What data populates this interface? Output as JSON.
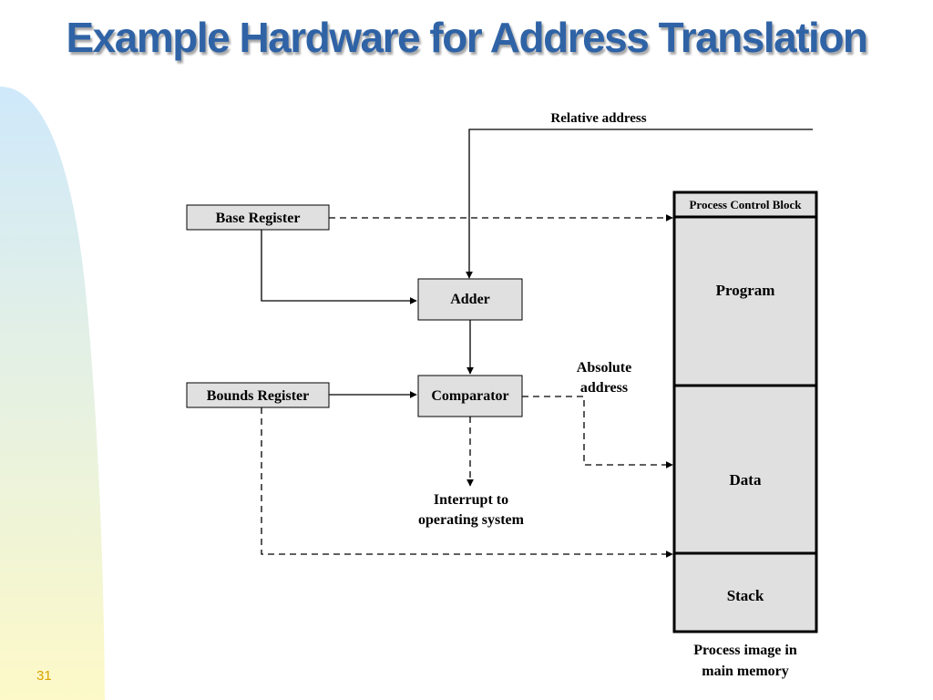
{
  "slide": {
    "title": "Example Hardware for Address Translation",
    "number": "31"
  },
  "diagram": {
    "relative_address": "Relative address",
    "base_register": "Base Register",
    "bounds_register": "Bounds Register",
    "adder": "Adder",
    "comparator": "Comparator",
    "absolute_address_line1": "Absolute",
    "absolute_address_line2": "address",
    "interrupt_line1": "Interrupt to",
    "interrupt_line2": "operating system",
    "process_image": {
      "pcb": "Process Control Block",
      "program": "Program",
      "data": "Data",
      "stack": "Stack",
      "caption_line1": "Process image in",
      "caption_line2": "main memory"
    }
  },
  "colors": {
    "title": "#2f63a6",
    "box_fill": "#e0e0e0",
    "band_top": "#cfe9fb",
    "band_bottom": "#fdf9c8",
    "slide_number": "#d9a300"
  }
}
